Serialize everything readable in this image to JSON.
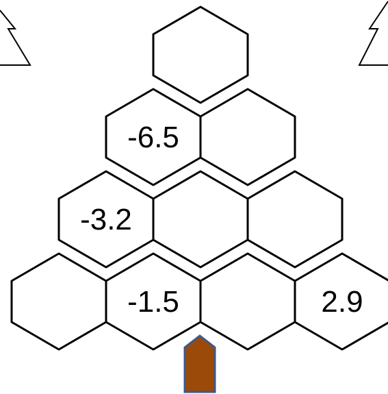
{
  "colors": {
    "background": "#ffffff",
    "stroke": "#000000",
    "trunk_fill": "#9c4a0a",
    "trunk_stroke": "#3b5a8a"
  },
  "puzzle": {
    "rows": [
      {
        "cells": [
          {
            "id": "r1c1",
            "value": ""
          }
        ]
      },
      {
        "cells": [
          {
            "id": "r2c1",
            "value": "-6.5"
          },
          {
            "id": "r2c2",
            "value": ""
          }
        ]
      },
      {
        "cells": [
          {
            "id": "r3c1",
            "value": "-3.2"
          },
          {
            "id": "r3c2",
            "value": ""
          },
          {
            "id": "r3c3",
            "value": ""
          }
        ]
      },
      {
        "cells": [
          {
            "id": "r4c1",
            "value": ""
          },
          {
            "id": "r4c2",
            "value": "-1.5"
          },
          {
            "id": "r4c3",
            "value": ""
          },
          {
            "id": "r4c4",
            "value": "2.9"
          }
        ]
      }
    ]
  }
}
